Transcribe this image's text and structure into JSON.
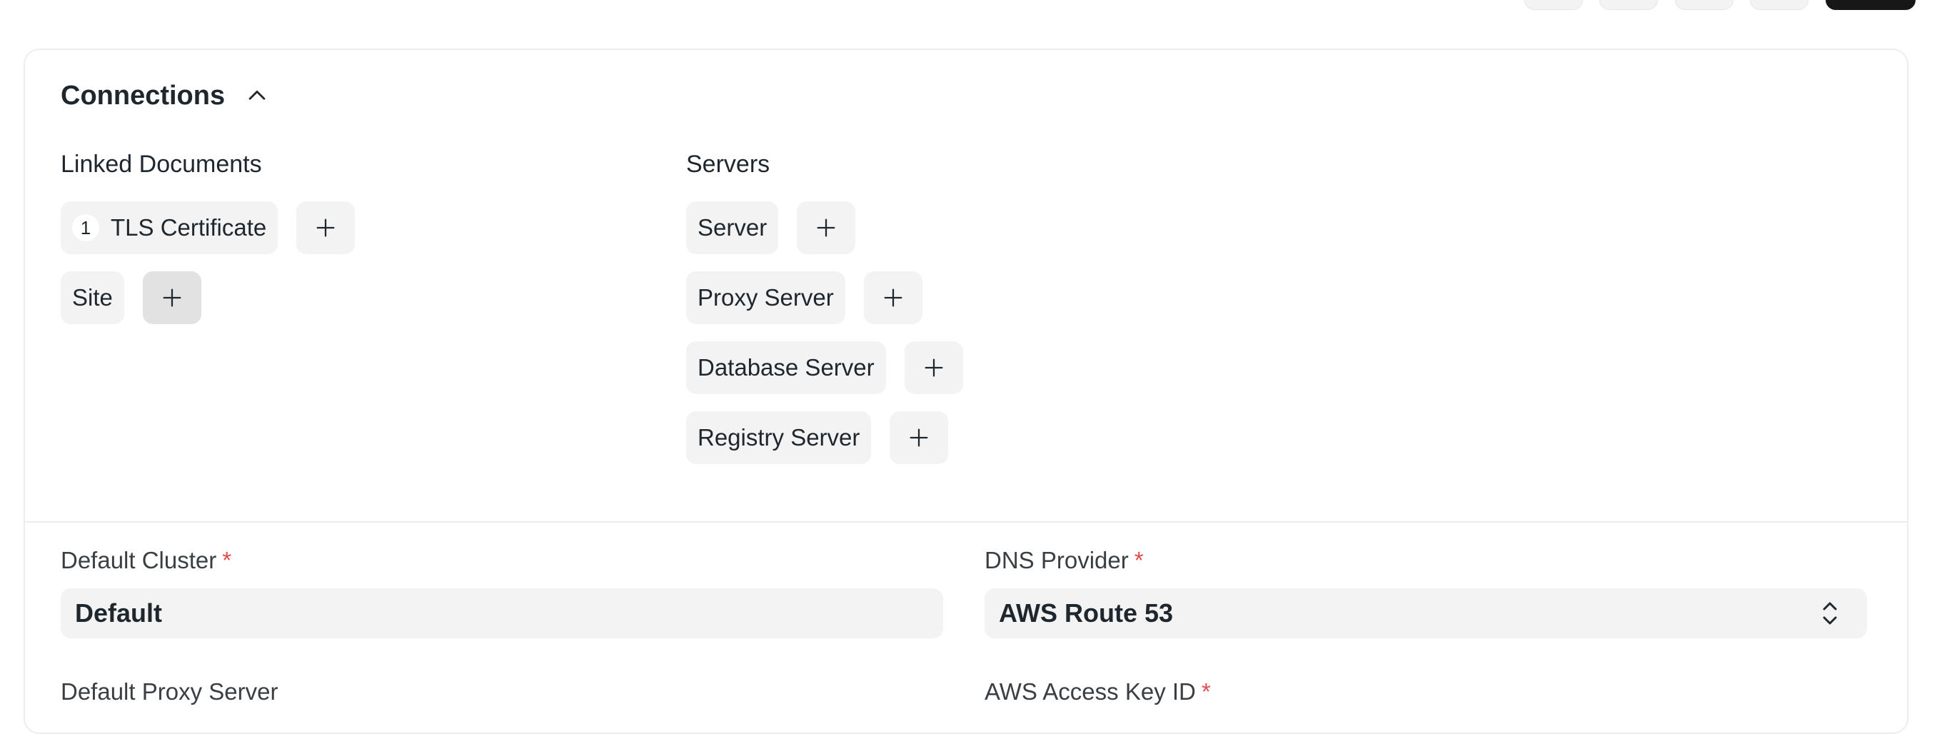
{
  "connections": {
    "title": "Connections",
    "linked_documents": {
      "title": "Linked Documents",
      "items": [
        {
          "label": "TLS Certificate",
          "count": "1"
        },
        {
          "label": "Site",
          "count": ""
        }
      ]
    },
    "servers": {
      "title": "Servers",
      "items": [
        {
          "label": "Server"
        },
        {
          "label": "Proxy Server"
        },
        {
          "label": "Database Server"
        },
        {
          "label": "Registry Server"
        }
      ]
    }
  },
  "form": {
    "default_cluster": {
      "label": "Default Cluster",
      "required_mark": "*",
      "value": "Default"
    },
    "dns_provider": {
      "label": "DNS Provider",
      "required_mark": "*",
      "value": "AWS Route 53"
    },
    "default_proxy_server": {
      "label": "Default Proxy Server"
    },
    "aws_access_key_id": {
      "label": "AWS Access Key ID",
      "required_mark": "*"
    }
  },
  "colors": {
    "accent_required": "#e24c4c",
    "pill_bg": "#f3f3f3",
    "border": "#ededed"
  }
}
